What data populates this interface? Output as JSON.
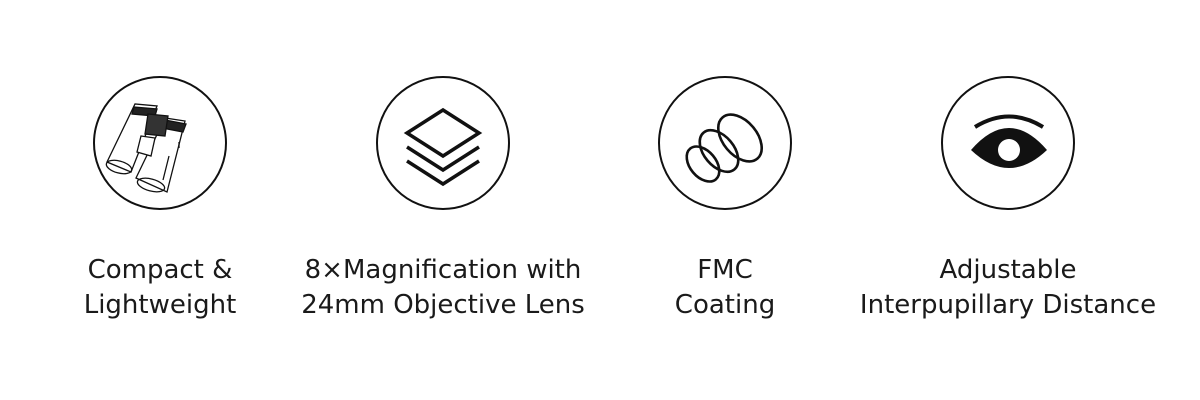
{
  "features": [
    {
      "icon": "binoculars-icon",
      "lines": [
        "Compact &",
        "Lightweight"
      ]
    },
    {
      "icon": "layers-icon",
      "lines": [
        "8×Magnification with",
        "24mm Objective Lens"
      ]
    },
    {
      "icon": "lens-coating-icon",
      "lines": [
        "FMC",
        "Coating"
      ]
    },
    {
      "icon": "eye-icon",
      "lines": [
        "Adjustable",
        "Interpupillary Distance"
      ]
    }
  ]
}
